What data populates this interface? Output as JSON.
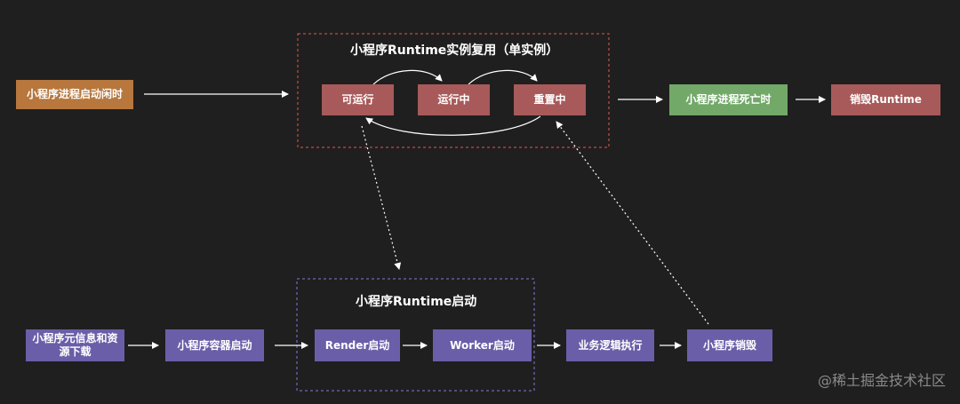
{
  "colors": {
    "background": "#1f1f1f",
    "orange": "#b7773d",
    "red": "#a85a5a",
    "green": "#72a868",
    "purple": "#6b5ea8",
    "top_group_border": "#e05a4f",
    "bottom_group_border": "#8a74d8",
    "arrow": "#ffffff"
  },
  "top_group": {
    "title": "小程序Runtime实例复用（单实例）"
  },
  "bottom_group": {
    "title": "小程序Runtime启动"
  },
  "nodes": {
    "idle": "小程序进程启动闲时",
    "available": "可运行",
    "running": "运行中",
    "resetting": "重置中",
    "process_dead": "小程序进程死亡时",
    "destroy_runtime": "销毁Runtime",
    "download": "小程序元信息和资源下载",
    "container_start": "小程序容器启动",
    "render_start": "Render启动",
    "worker_start": "Worker启动",
    "business_logic": "业务逻辑执行",
    "mp_destroy": "小程序销毁"
  },
  "watermark": "@稀土掘金技术社区"
}
